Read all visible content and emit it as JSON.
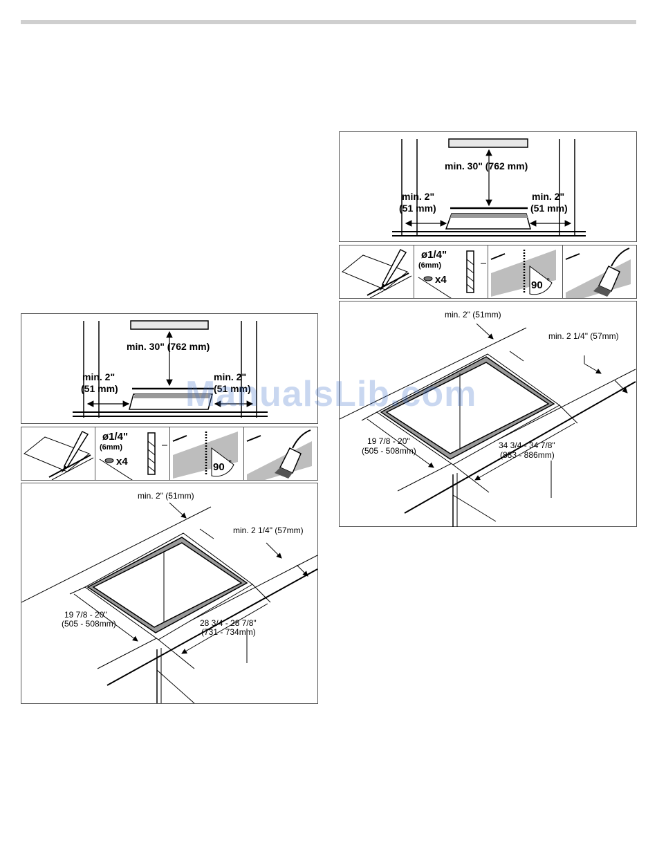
{
  "labels": {
    "clearance_top": "min. 30\" (762 mm)",
    "clearance_side_in": "min. 2\"",
    "clearance_side_mm": "(51 mm)",
    "drill_size": "ø1/4\"",
    "drill_size_mm": "(6mm)",
    "drill_count": "x4",
    "cut_angle": "90",
    "degree_sign": "°",
    "min_front": "min. 2\" (51mm)",
    "min_back": "min. 2 1/4\" (57mm)",
    "depth_in": "19 7/8 -  20\"",
    "depth_mm": "(505 - 508mm)"
  },
  "left": {
    "width_in": "28 3/4 -  28 7/8\"",
    "width_mm": "(731 - 734mm)"
  },
  "right": {
    "width_in": "34 3/4 -  34 7/8\"",
    "width_mm": "(883 - 886mm)"
  },
  "watermark": "ManualsLib.com"
}
